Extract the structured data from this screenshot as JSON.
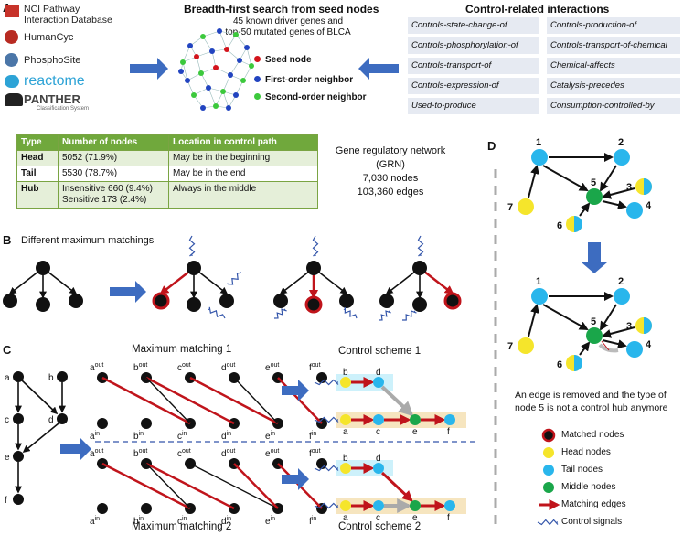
{
  "panels": {
    "a": "A",
    "b": "B",
    "c": "C",
    "d": "D"
  },
  "sources": [
    "NCI Pathway",
    "Interaction Database",
    "HumanCyc",
    "PhosphoSite",
    "reactome",
    "PANTHER",
    "Classification System"
  ],
  "bfs": {
    "title": "Breadth-first search from seed nodes",
    "subtitle1": "45 known driver genes and",
    "subtitle2": "top-50 mutated genes of BLCA",
    "legend": [
      "Seed node",
      "First-order neighbor",
      "Second-order neighbor"
    ]
  },
  "control": {
    "title": "Control-related interactions",
    "items": [
      "Controls-state-change-of",
      "Controls-production-of",
      "Controls-phosphorylation-of",
      "Controls-transport-of-chemical",
      "Controls-transport-of",
      "Chemical-affects",
      "Controls-expression-of",
      "Catalysis-precedes",
      "Used-to-produce",
      "Consumption-controlled-by"
    ]
  },
  "table": {
    "headers": [
      "Type",
      "Number of nodes",
      "Location in control path"
    ],
    "rows": [
      {
        "type": "Head",
        "count": "5052 (71.9%)",
        "loc": "May be in the beginning"
      },
      {
        "type": "Tail",
        "count": "5530 (78.7%)",
        "loc": "May be in the end"
      },
      {
        "type": "Hub",
        "count": "Insensitive 660 (9.4%)",
        "count2": "Sensitive 173 (2.4%)",
        "loc": "Always in the middle"
      }
    ]
  },
  "grn": {
    "line1": "Gene regulatory network",
    "line2": "(GRN)",
    "line3": "7,030 nodes",
    "line4": "103,360 edges"
  },
  "panel_b": {
    "title": "Different maximum matchings"
  },
  "panel_c": {
    "mm1": "Maximum matching 1",
    "mm2": "Maximum matching 2",
    "cs1": "Control scheme 1",
    "cs2": "Control scheme 2",
    "nodes": [
      "a",
      "b",
      "c",
      "d",
      "e",
      "f"
    ],
    "out": "out",
    "in": "in"
  },
  "panel_d": {
    "caption1": "An edge is removed and the type of",
    "caption2": "node 5 is not a control hub anymore",
    "node_labels": [
      "1",
      "2",
      "3",
      "4",
      "5",
      "6",
      "7"
    ],
    "legend": [
      "Matched nodes",
      "Head nodes",
      "Tail nodes",
      "Middle nodes",
      "Matching edges",
      "Control signals"
    ]
  },
  "colors": {
    "blue": "#1f9fe0",
    "lightblue": "#29b6ec",
    "yellow": "#f5e52b",
    "green": "#1aa64a",
    "red": "#c0141b",
    "arrow": "#3d6cc0",
    "seedRed": "#d3141c",
    "navy": "#2244c0",
    "limegreen": "#3cc93c"
  }
}
